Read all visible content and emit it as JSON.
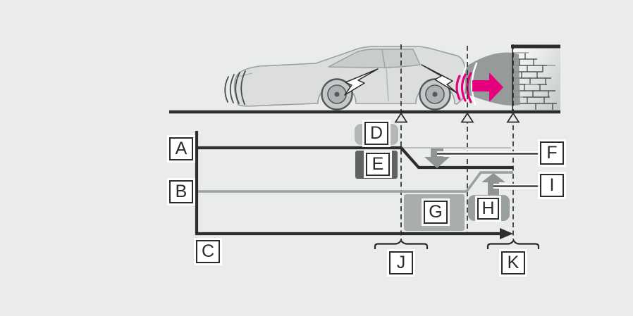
{
  "figure": {
    "type": "owner-manual-diagram",
    "subject": "vehicle reversing toward wall with braking timeline",
    "callouts": {
      "a": "A",
      "b": "B",
      "c": "C",
      "d": "D",
      "e": "E",
      "f": "F",
      "g": "G",
      "h": "H",
      "i": "I",
      "j": "J",
      "k": "K"
    },
    "icons": {
      "car": "car-side-illustration",
      "wall": "brick-wall",
      "beam": "sonar-detection-beam",
      "collision_arrow": "right-arrow-magenta",
      "sonar_waves": "curved-wave-lines",
      "vibration_waves": "curved-wave-lines",
      "flash": "lightning-bolt",
      "marker": "triangle-up-marker",
      "f_arrow": "down-arrow-gray",
      "i_arrow": "up-arrow-gray",
      "timeline": "right-arrow-axis",
      "j_brace": "curly-brace-down",
      "k_brace": "curly-brace-down"
    },
    "colors": {
      "background": "#eaebeb",
      "line_dark": "#2b2b2b",
      "line_b_gray": "#9ba0a0",
      "thin_reference_line": "#b3b7b7",
      "arrow_gray": "#8f9494",
      "accent_magenta": "#e6007e",
      "bg_d": "#b3b7b7",
      "bg_e": "#5e6264",
      "bg_g": "#a9adad",
      "bg_h": "#999e9f"
    }
  }
}
